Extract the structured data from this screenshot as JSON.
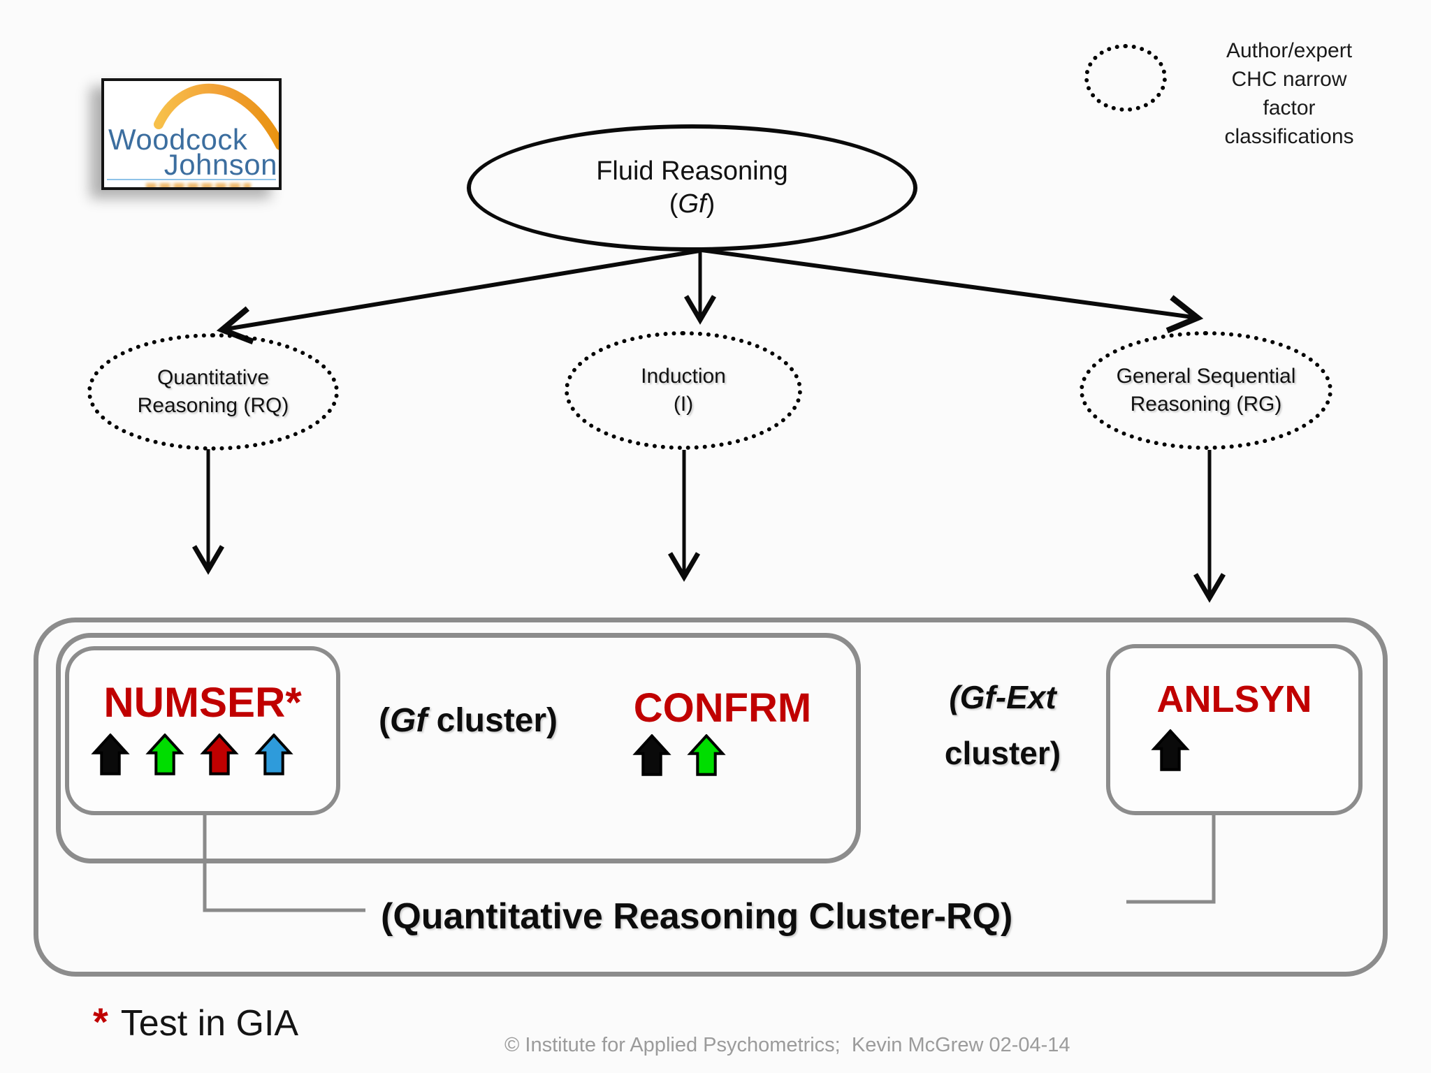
{
  "logo": {
    "word1": "Woodcock",
    "word2": "Johnson"
  },
  "legend": {
    "lines": [
      "Author/expert",
      "CHC narrow",
      "factor",
      "classifications"
    ]
  },
  "root_factor": {
    "title": "Fluid Reasoning",
    "abbrev_open": "(",
    "abbrev": "Gf",
    "abbrev_close": ")"
  },
  "narrow_factors": [
    {
      "line1": "Quantitative",
      "line2": "Reasoning (RQ)"
    },
    {
      "line1": "Induction",
      "line2": "(I)"
    },
    {
      "line1": "General Sequential",
      "line2": "Reasoning (RG)"
    }
  ],
  "tests": {
    "numser": {
      "label": "NUMSER*",
      "arrows": [
        "black",
        "green",
        "red",
        "blue"
      ]
    },
    "confrm": {
      "label": "CONFRM",
      "arrows": [
        "black",
        "green"
      ]
    },
    "anlsyn": {
      "label": "ANLSYN",
      "arrows": [
        "black"
      ]
    }
  },
  "clusters": {
    "gf": {
      "open": "(",
      "italic": "Gf",
      "rest": " cluster)"
    },
    "gfext": {
      "line1": "(Gf-Ext",
      "line2": "cluster)"
    },
    "rq_label": "(Quantitative Reasoning Cluster-RQ)"
  },
  "footnote": {
    "marker": "*",
    "text": "Test in GIA"
  },
  "copyright": "© Institute for Applied Psychometrics;  Kevin McGrew 02-04-14",
  "colors": {
    "black": "#0a0a0a",
    "green": "#00dd00",
    "red": "#c00000",
    "blue": "#2e9bdb"
  }
}
